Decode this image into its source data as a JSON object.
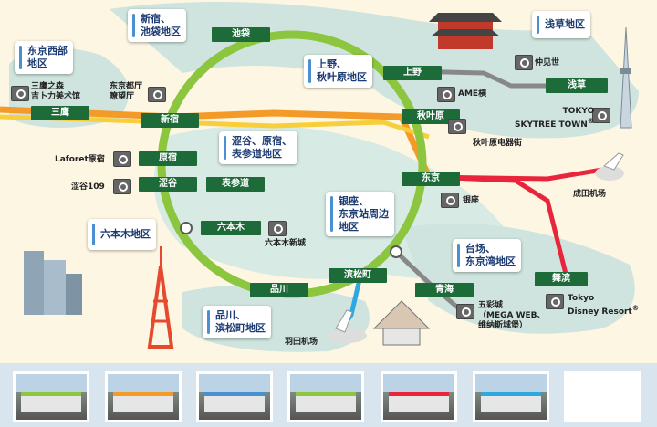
{
  "colors": {
    "yamanote_green": "#8cc63f",
    "chuo_orange": "#f39a28",
    "sobu_yellow": "#f8cf3a",
    "keiyo_red": "#e8253b",
    "narita_red": "#e8253b",
    "monorail_blue": "#2fa8e0",
    "rinkai_gray": "#888888",
    "ginza_gray": "#888888",
    "station_bg": "#1e6b3a",
    "card_text": "#1c3b73",
    "area_blob": "#cfe4de"
  },
  "area_cards": [
    {
      "id": "shinjuku",
      "lines": [
        "新宿、",
        "池袋地区"
      ]
    },
    {
      "id": "tokyo_west",
      "lines": [
        "东京西部",
        "地区"
      ]
    },
    {
      "id": "ueno",
      "lines": [
        "上野、",
        "秋叶原地区"
      ]
    },
    {
      "id": "asakusa",
      "lines": [
        "浅草地区"
      ]
    },
    {
      "id": "shibuya",
      "lines": [
        "涩谷、原宿、",
        "表参道地区"
      ]
    },
    {
      "id": "ginza",
      "lines": [
        "银座、",
        "东京站周边",
        "地区"
      ]
    },
    {
      "id": "roppongi",
      "lines": [
        "六本木地区"
      ]
    },
    {
      "id": "odaiba",
      "lines": [
        "台场、",
        "东京湾地区"
      ]
    },
    {
      "id": "shinagawa",
      "lines": [
        "品川、",
        "滨松町地区"
      ]
    }
  ],
  "stations": [
    {
      "id": "ikebukuro",
      "label": "池袋"
    },
    {
      "id": "ueno",
      "label": "上野"
    },
    {
      "id": "asakusa",
      "label": "浅草"
    },
    {
      "id": "mitaka",
      "label": "三鹰"
    },
    {
      "id": "shinjuku",
      "label": "新宿"
    },
    {
      "id": "akihabara",
      "label": "秋叶原"
    },
    {
      "id": "harajuku",
      "label": "原宿"
    },
    {
      "id": "tokyo",
      "label": "东京"
    },
    {
      "id": "shibuya",
      "label": "涩谷"
    },
    {
      "id": "omotesando",
      "label": "表参道"
    },
    {
      "id": "roppongi",
      "label": "六本木"
    },
    {
      "id": "hamamatsucho",
      "label": "滨松町"
    },
    {
      "id": "shinagawa",
      "label": "品川"
    },
    {
      "id": "aomi",
      "label": "青海"
    },
    {
      "id": "maihama",
      "label": "舞滨"
    }
  ],
  "poi_labels": [
    {
      "id": "ghibli",
      "lines": [
        "三鹰之森",
        "吉卜力美术馆"
      ]
    },
    {
      "id": "tocho",
      "lines": [
        "东京都厅",
        "瞭望厅"
      ]
    },
    {
      "id": "nakamise",
      "lines": [
        "仲见世"
      ]
    },
    {
      "id": "ameyoko",
      "lines": [
        "AME横"
      ]
    },
    {
      "id": "skytree",
      "lines": [
        "TOKYO",
        "SKYTREE TOWN"
      ]
    },
    {
      "id": "akiba_elec",
      "lines": [
        "秋叶原电器街"
      ]
    },
    {
      "id": "laforet",
      "lines": [
        "Laforet原宿"
      ]
    },
    {
      "id": "shibuya109",
      "lines": [
        "涩谷109"
      ]
    },
    {
      "id": "ginza_poi",
      "lines": [
        "银座"
      ]
    },
    {
      "id": "narita",
      "lines": [
        "成田机场"
      ]
    },
    {
      "id": "roppongi_hills",
      "lines": [
        "六本木新城"
      ]
    },
    {
      "id": "palette",
      "lines": [
        "五彩城",
        "（MEGA WEB、",
        "维纳斯城堡）"
      ]
    },
    {
      "id": "disney",
      "lines": [
        "Tokyo",
        "Disney Resort"
      ]
    },
    {
      "id": "haneda",
      "lines": [
        "羽田机场"
      ]
    }
  ],
  "symbols": {
    "registered": "®"
  },
  "thumbnails": [
    {
      "id": "t1",
      "line_color": "#8cc63f"
    },
    {
      "id": "t2",
      "line_color": "#f39a28"
    },
    {
      "id": "t3",
      "line_color": "#4a8fd0"
    },
    {
      "id": "t4",
      "line_color": "#8cc63f"
    },
    {
      "id": "t5",
      "line_color": "#e8253b"
    },
    {
      "id": "t6",
      "line_color": "#e8253b"
    },
    {
      "id": "t7",
      "line_color": "#2fa8e0"
    },
    {
      "id": "t8",
      "line_color": ""
    }
  ]
}
